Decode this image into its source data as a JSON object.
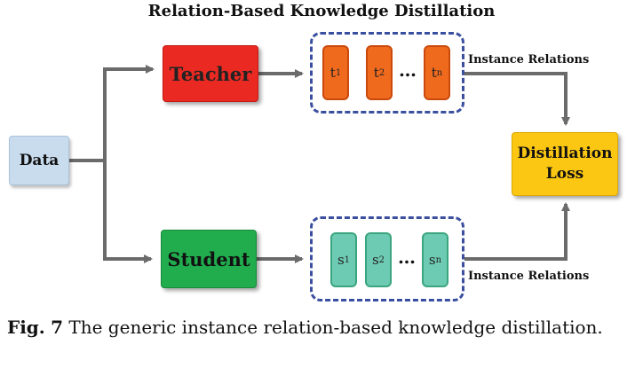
{
  "title": "Relation-Based Knowledge Distillation",
  "nodes": {
    "data": "Data",
    "teacher": "Teacher",
    "student": "Student",
    "loss_line1": "Distillation",
    "loss_line2": "Loss"
  },
  "teacher_outputs": {
    "cells": [
      {
        "base": "t",
        "sub": "1"
      },
      {
        "base": "t",
        "sub": "2"
      },
      {
        "base": "t",
        "sub": "n"
      }
    ],
    "ellipsis": "…"
  },
  "student_outputs": {
    "cells": [
      {
        "base": "s",
        "sub": "1"
      },
      {
        "base": "s",
        "sub": "2"
      },
      {
        "base": "s",
        "sub": "n"
      }
    ],
    "ellipsis": "…"
  },
  "edge_labels": {
    "teacher_relations": "Instance Relations",
    "student_relations": "Instance Relations"
  },
  "caption": {
    "label": "Fig.",
    "number": "7",
    "text": "The generic instance relation-based knowledge distillation."
  },
  "colors": {
    "teacher": "#ea2a22",
    "student": "#21ad4e",
    "loss": "#fcc712",
    "data": "#c9dcee",
    "teacher_cell": "#f06a1e",
    "student_cell": "#6ecbb3",
    "group_border": "#3b4fa0",
    "arrow": "#6b6b6b"
  }
}
